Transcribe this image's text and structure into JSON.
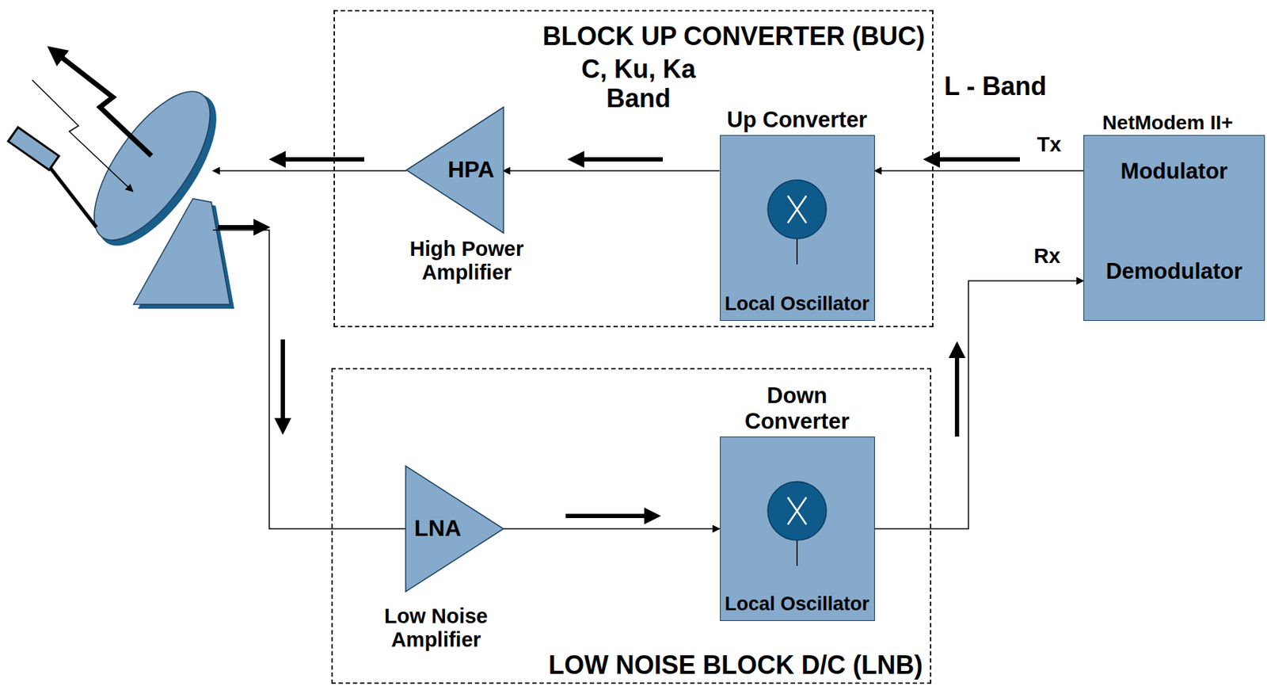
{
  "diagram": {
    "nodes": [
      {
        "text": [
          "BLOCK UP CONVERTER (BUC)"
        ]
      },
      {
        "text": [
          "HPA",
          "High Power Amplifier"
        ],
        "in": 0
      },
      {
        "text": [
          "Up Converter",
          "Local Oscillator"
        ],
        "in": 0
      },
      {
        "text": [
          "LOW NOISE BLOCK D/C (LNB)"
        ]
      },
      {
        "text": [
          "LNA",
          "Low Noise Amplifier"
        ],
        "in": 3
      },
      {
        "text": [
          "Down Converter",
          "Local Oscillator"
        ],
        "in": 3
      },
      {
        "text": [
          "NetModem II+",
          "Modulator",
          "Demodulator"
        ]
      }
    ],
    "edges": [
      {
        "from": 6,
        "to": 2,
        "arrow": "to",
        "label": "Tx"
      },
      {
        "from": 2,
        "to": 1,
        "arrow": "to"
      },
      {
        "from": 4,
        "to": 5,
        "arrow": "to"
      },
      {
        "from": 5,
        "to": 6,
        "arrow": "to",
        "label": "Rx"
      }
    ],
    "labels": [
      "C, Ku, Ka Band",
      "L - Band"
    ]
  }
}
